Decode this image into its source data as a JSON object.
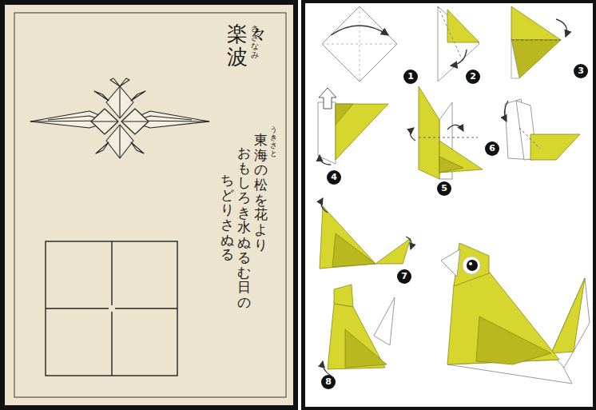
{
  "diagram": {
    "labels": [
      "楽々波",
      "さざなみ",
      "うきさと",
      "東海の松を花より",
      "おもしろき水ぬるむ日の",
      "ちどりさぬる",
      "1",
      "2",
      "3",
      "4",
      "5",
      "6",
      "7",
      "8"
    ]
  }
}
